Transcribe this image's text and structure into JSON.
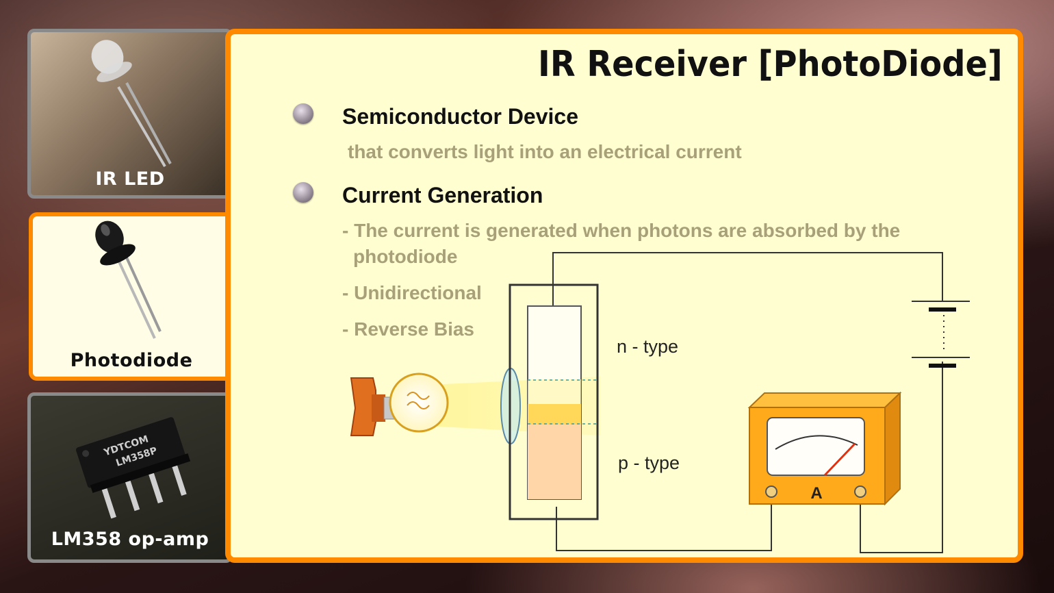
{
  "slide_title": "IR Receiver [PhotoDiode]",
  "thumbnails": [
    {
      "label": "IR LED",
      "active": false
    },
    {
      "label": "Photodiode",
      "active": true
    },
    {
      "label": "LM358 op-amp",
      "active": false
    }
  ],
  "chip_marking": [
    "YDTCOM",
    "LM358P"
  ],
  "bullets": [
    {
      "heading": "Semiconductor Device",
      "detail": "that converts light into an electrical current"
    },
    {
      "heading": "Current Generation"
    }
  ],
  "sub_items": [
    "- The current is generated when photons are absorbed by the",
    "photodiode",
    "- Unidirectional",
    "- Reverse Bias"
  ],
  "diagram": {
    "n_label": "n - type",
    "p_label": "p - type",
    "meter_label": "A"
  },
  "colors": {
    "accent": "#ff8a00",
    "panel_bg": "#fffed0",
    "muted_text": "#a8a078",
    "meter_body": "#ffaa1a"
  }
}
